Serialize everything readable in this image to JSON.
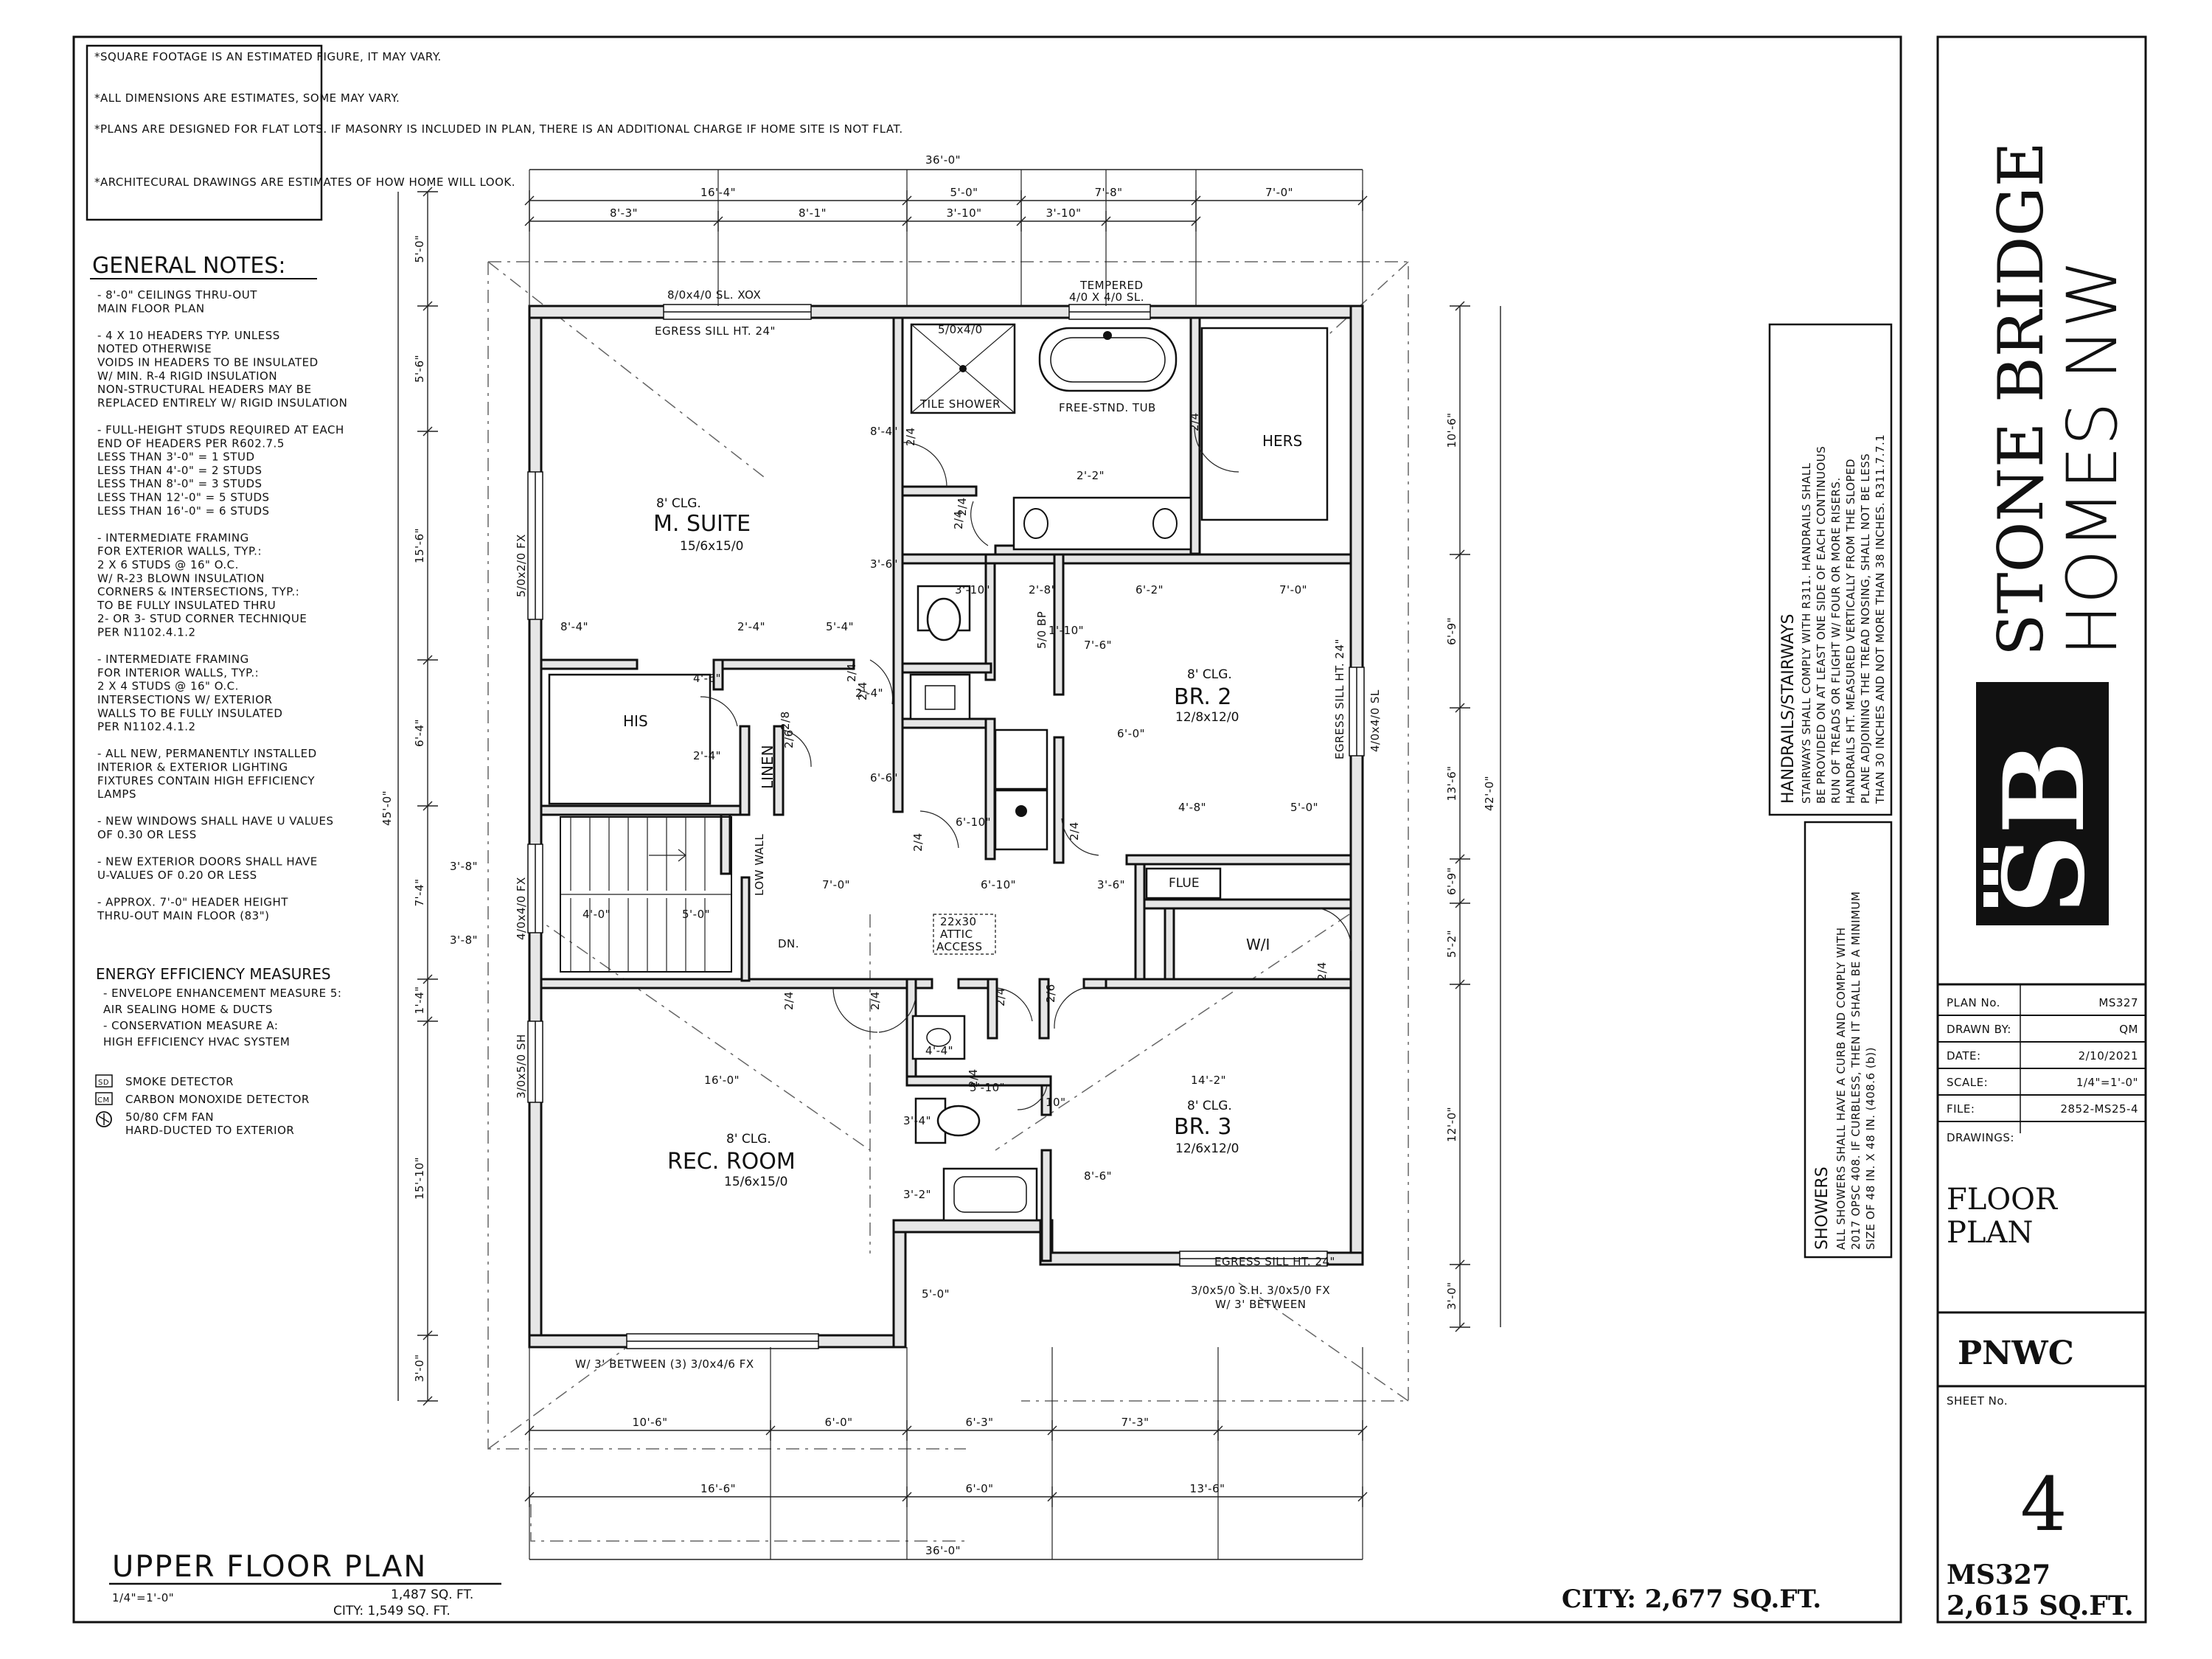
{
  "disclaimer": [
    "*SQUARE FOOTAGE IS AN ESTIMATED FIGURE, IT MAY VARY.",
    "*ALL DIMENSIONS ARE ESTIMATES, SOME MAY VARY.",
    "*PLANS ARE DESIGNED FOR FLAT LOTS. IF MASONRY IS INCLUDED IN PLAN, THERE IS AN ADDITIONAL CHARGE IF HOME SITE IS NOT FLAT.",
    "*ARCHITECURAL DRAWINGS ARE ESTIMATES OF HOW HOME WILL LOOK."
  ],
  "general_notes": {
    "title": "GENERAL NOTES:",
    "lines": [
      "- 8'-0\" CEILINGS THRU-OUT",
      "MAIN FLOOR PLAN",
      "",
      "- 4 X 10 HEADERS TYP. UNLESS",
      "NOTED OTHERWISE",
      "VOIDS IN HEADERS TO BE INSULATED",
      "W/ MIN. R-4 RIGID INSULATION",
      "NON-STRUCTURAL HEADERS MAY BE",
      "REPLACED ENTIRELY W/ RIGID INSULATION",
      "",
      "- FULL-HEIGHT STUDS REQUIRED AT EACH",
      "END OF HEADERS PER R602.7.5",
      "    LESS THAN 3'-0\" = 1 STUD",
      "    LESS THAN 4'-0\" = 2 STUDS",
      "    LESS THAN 8'-0\" = 3 STUDS",
      "    LESS THAN 12'-0\" = 5 STUDS",
      "    LESS THAN 16'-0\" = 6 STUDS",
      "",
      "- INTERMEDIATE FRAMING",
      "FOR EXTERIOR WALLS, TYP.:",
      "2 X 6 STUDS @ 16\" O.C.",
      "W/ R-23 BLOWN INSULATION",
      "    CORNERS & INTERSECTIONS, TYP.:",
      "    TO BE FULLY INSULATED THRU",
      "    2- OR 3- STUD CORNER TECHNIQUE",
      "    PER N1102.4.1.2",
      "",
      "- INTERMEDIATE FRAMING",
      "FOR INTERIOR WALLS, TYP.:",
      "2 X 4 STUDS @ 16\" O.C.",
      "    INTERSECTIONS W/ EXTERIOR",
      "    WALLS TO BE FULLY INSULATED",
      "    PER N1102.4.1.2",
      "",
      "- ALL NEW, PERMANENTLY INSTALLED",
      "INTERIOR & EXTERIOR LIGHTING",
      "FIXTURES CONTAIN HIGH EFFICIENCY",
      "LAMPS",
      "",
      "- NEW WINDOWS SHALL HAVE U VALUES",
      "OF 0.30 OR LESS",
      "",
      "- NEW EXTERIOR DOORS SHALL HAVE",
      "U-VALUES OF 0.20 OR LESS",
      "",
      "- APPROX. 7'-0\" HEADER HEIGHT",
      "THRU-OUT MAIN FLOOR (83\")"
    ]
  },
  "energy": {
    "title": "ENERGY EFFICIENCY MEASURES",
    "lines": [
      "- ENVELOPE ENHANCEMENT MEASURE 5:",
      "AIR SEALING HOME & DUCTS",
      "- CONSERVATION MEASURE A:",
      "HIGH EFFICIENCY HVAC SYSTEM"
    ]
  },
  "legend": [
    {
      "sym": "SD",
      "label": "SMOKE DETECTOR"
    },
    {
      "sym": "CM",
      "label": "CARBON MONOXIDE DETECTOR"
    },
    {
      "sym": "fan",
      "label": "50/80 CFM FAN",
      "label2": "HARD-DUCTED TO EXTERIOR"
    }
  ],
  "plan": {
    "title": "UPPER FLOOR PLAN",
    "scale": "1/4\"=1'-0\"",
    "sqft1": "1,487 SQ. FT.",
    "sqft2": "CITY: 1,549 SQ. FT.",
    "city_total": "CITY:  2,677  SQ.FT."
  },
  "rooms": {
    "suite_clg": "8' CLG.",
    "suite_name": "M. SUITE",
    "suite_size": "15/6x15/0",
    "br2_clg": "8' CLG.",
    "br2_name": "BR. 2",
    "br2_size": "12/8x12/0",
    "br3_clg": "8' CLG.",
    "br3_name": "BR. 3",
    "br3_size": "12/6x12/0",
    "rec_clg": "8' CLG.",
    "rec_name": "REC. ROOM",
    "rec_size": "15/6x15/0",
    "his": "HIS",
    "hers": "HERS",
    "linen": "LINEN",
    "wi": "W/I",
    "flue": "FLUE",
    "tile_shower": "TILE SHOWER",
    "tub": "FREE-STND. TUB",
    "attic1": "22x30",
    "attic2": "ATTIC",
    "attic3": "ACCESS",
    "low_wall": "LOW WALL",
    "dn": "DN."
  },
  "notes": {
    "win_top": "8/0x4/0 SL. XOX",
    "tempered": "TEMPERED",
    "tempered_win": "4/0 X 4/0 SL.",
    "egress1": "EGRESS SILL HT. 24\"",
    "egress2": "EGRESS SILL HT. 24\"",
    "egress3": "EGRESS SILL HT. 24\"",
    "bottom_win1": "3/0x5/0 S.H.   3/0x5/0 FX",
    "bottom_win2": "W/ 3' BETWEEN",
    "bottom_win3": "W/ 3' BETWEEN (3) 3/0x4/6 FX",
    "win_left1": "5/0x2/0 FX",
    "win_left2": "4/0x4/0 FX",
    "win_left3": "3/0x5/0 SH",
    "win_right": "4/0x4/0 SL",
    "shower_size": "5/0x4/0"
  },
  "dims": {
    "overall_w": "36'-0\"",
    "top1": [
      "16'-4\"",
      "5'-0\"",
      "7'-8\"",
      "7'-0\""
    ],
    "top2": [
      "8'-3\"",
      "8'-1\"",
      "3'-10\"",
      "3'-10\""
    ],
    "bottom1": [
      "10'-6\"",
      "6'-0\"",
      "6'-3\"",
      "7'-3\""
    ],
    "bottom2": [
      "16'-6\"",
      "6'-0\"",
      "13'-6\""
    ],
    "left1": [
      "5'-0\"",
      "5'-6\"",
      "15'-6\"",
      "6'-4\"",
      "7'-4\"",
      "1'-4\"",
      "15'-10\"",
      "3'-0\""
    ],
    "left_total": "45'-0\"",
    "right1": [
      "10'-6\"",
      "6'-9\"",
      "13'-6\"",
      "6'-9\"",
      "5'-2\"",
      "12'-0\"",
      "3'-0\""
    ],
    "right_total": "42'-0\"",
    "inner": [
      "8'-4\"",
      "2'-4\"",
      "5'-4\"",
      "16'-0\"",
      "14'-2\"",
      "7'-0\"",
      "6'-10\"",
      "3'-6\"",
      "4'-0\"",
      "5'-0\"",
      "4'-8\"",
      "5'-0\"",
      "6'-2\"",
      "7'-0\"",
      "2'-8\"",
      "3'-10\"",
      "5'-10\"",
      "10\"",
      "3'-4\"",
      "3'-2\"",
      "8'-6\"",
      "5'-0\"",
      "6'-10\"",
      "6'-6\"",
      "8'-4\"",
      "3'-6\"",
      "2'-2\"",
      "1'-10\"",
      "4'-6\"",
      "2'-4\"",
      "3'-8\"",
      "3'-8\"",
      "4'-4\"",
      "7'-6\"",
      "6'-0\"",
      "2'-4\""
    ],
    "doors": [
      "2/4",
      "2/4",
      "2/4",
      "2/4",
      "2/4",
      "2/4",
      "2/8",
      "2/6",
      "2/4",
      "2/4",
      "2/4",
      "2/6",
      "2/4",
      "2/4",
      "2/4",
      "5/0 BP",
      "2/4"
    ]
  },
  "handrails": {
    "title": "HANDRAILS/STAIRWAYS",
    "lines": [
      "STAIRWAYS SHALL COMPLY WITH R311. HANDRAILS SHALL",
      "BE PROVIDED ON AT LEAST ONE SIDE OF EACH CONTINUOUS",
      "RUN OF TREADS OR FLIGHT W/ FOUR OR MORE RISERS.",
      "HANDRAILS HT. MEASURED VERTICALLY FROM THE SLOPED",
      "PLANE ADJOINING THE TREAD NOSING, SHALL NOT BE LESS",
      "THAN 30 INCHES AND NOT MORE THAN 38 INCHES. R311.7.7.1"
    ]
  },
  "showers": {
    "title": "SHOWERS",
    "lines": [
      "ALL SHOWERS SHALL HAVE A CURB AND COMPLY WITH",
      "2017 OPSC 408. IF CURBLESS, THEN IT SHALL BE A MINIMUM",
      "SIZE OF 48 IN. X 48 IN. (408.6 (b))"
    ]
  },
  "brand": {
    "line1": "STONE BRIDGE",
    "line2": "HOMES NW",
    "logo": "SB"
  },
  "titleblock": {
    "rows": [
      {
        "label": "PLAN No.",
        "value": "MS327"
      },
      {
        "label": "DRAWN BY:",
        "value": "QM"
      },
      {
        "label": "DATE:",
        "value": "2/10/2021"
      },
      {
        "label": "SCALE:",
        "value": "1/4\"=1'-0\""
      },
      {
        "label": "FILE:",
        "value": "2852-MS25-4"
      }
    ],
    "drawings_label": "DRAWINGS:",
    "drawing1": "FLOOR",
    "drawing2": "PLAN",
    "region": "PNWC",
    "sheet_label": "SHEET No.",
    "sheet_no": "4",
    "plan_name": "MS327",
    "plan_sqft": "2,615  SQ.FT."
  }
}
